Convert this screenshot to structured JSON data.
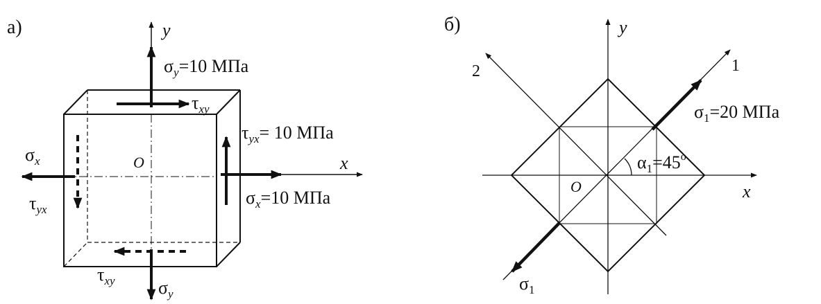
{
  "panel_a": {
    "label": "а)",
    "axis_y": "y",
    "axis_x": "x",
    "origin": "O",
    "sigma_y": {
      "sym": "σ",
      "sub": "y",
      "rest": "=10 МПа"
    },
    "tau_xy_top": {
      "sym": "τ",
      "sub": "xy"
    },
    "tau_yx_right": {
      "sym": "τ",
      "sub": "yx",
      "rest": "= 10 МПа"
    },
    "sigma_x_left": {
      "sym": "σ",
      "sub": "x"
    },
    "sigma_x_right": {
      "sym": "σ",
      "sub": "x",
      "rest": "=10 МПа"
    },
    "tau_yx_left": {
      "sym": "τ",
      "sub": "yx"
    },
    "tau_xy_bottom": {
      "sym": "τ",
      "sub": "xy"
    },
    "sigma_y_bottom": {
      "sym": "σ",
      "sub": "y"
    }
  },
  "panel_b": {
    "label": "б)",
    "axis_y": "y",
    "axis_x": "x",
    "origin": "O",
    "axis_1": "1",
    "axis_2": "2",
    "sigma_1_top": {
      "sym": "σ",
      "sub": "1",
      "rest": "=20 МПа"
    },
    "sigma_1_bottom": {
      "sym": "σ",
      "sub": "1"
    },
    "alpha": {
      "sym": "α",
      "sub": "1",
      "rest": "=45",
      "sup": "o"
    }
  }
}
